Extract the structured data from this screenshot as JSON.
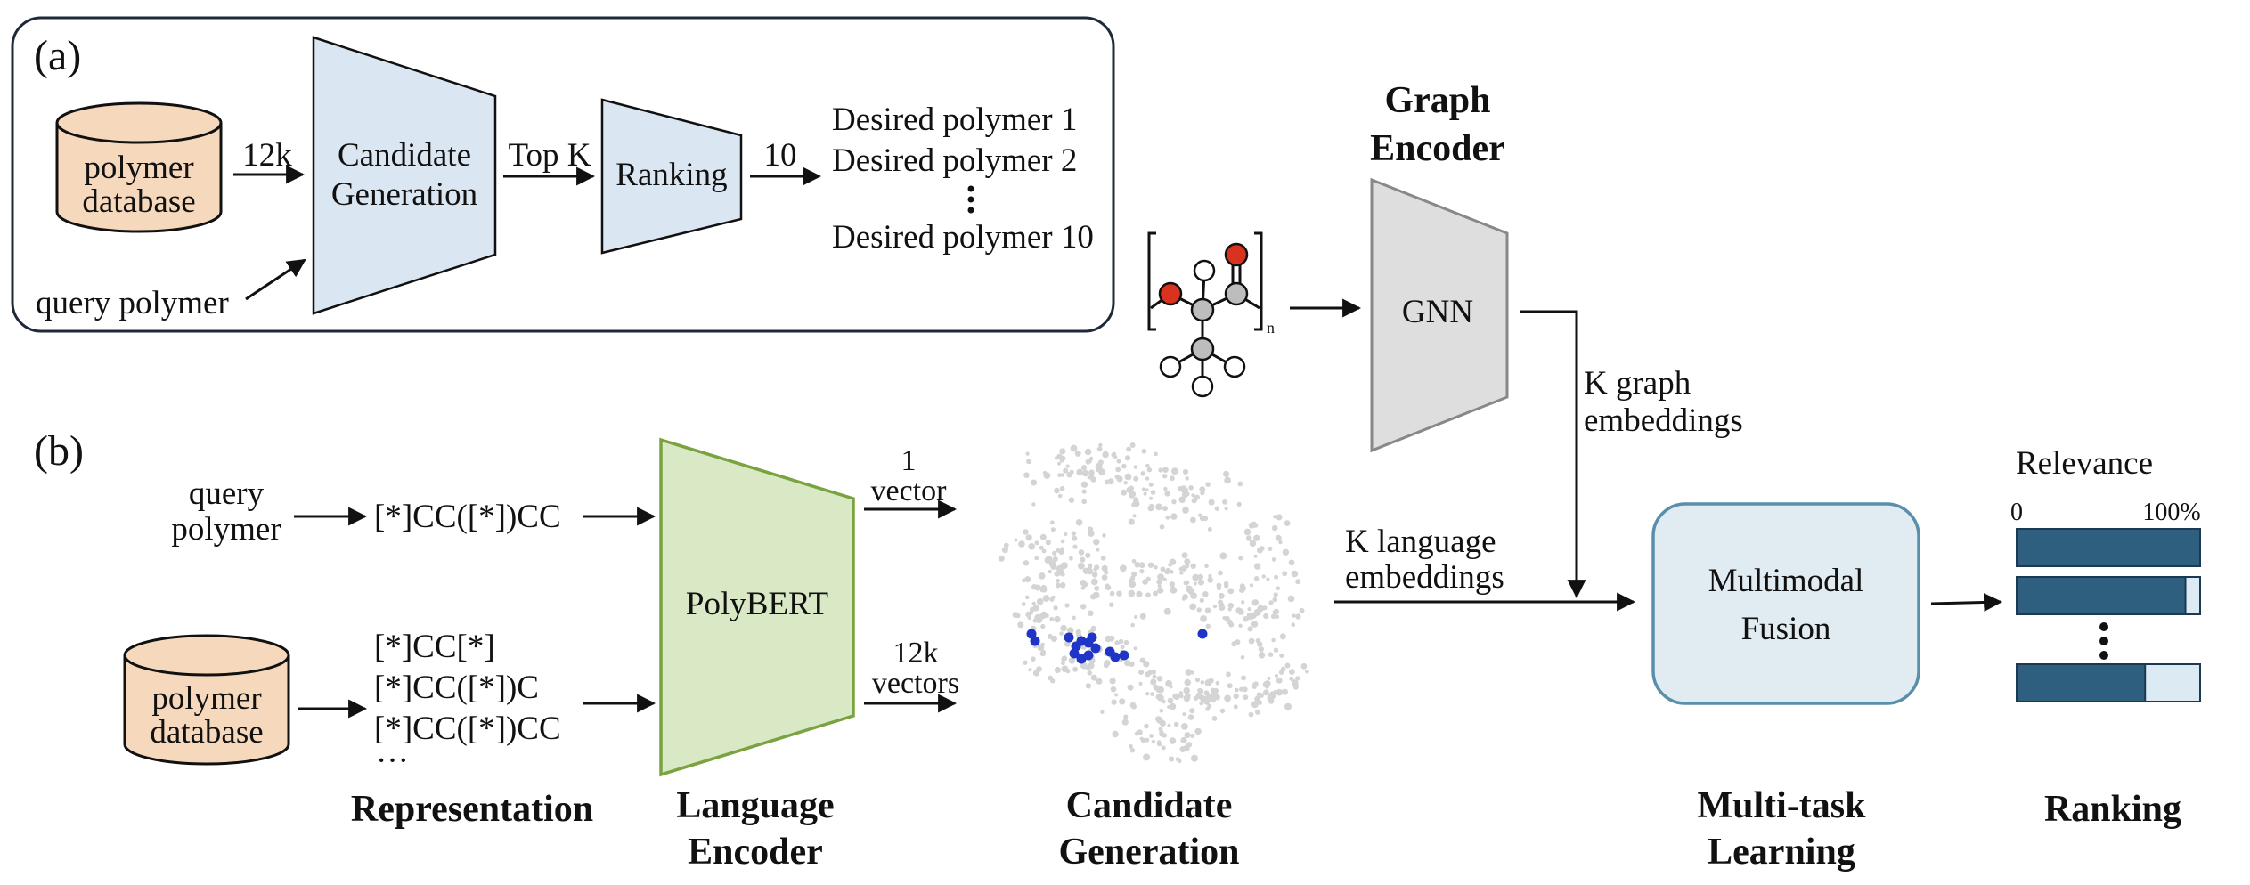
{
  "panel_a": {
    "label": "(a)",
    "db_line1": "polymer",
    "db_line2": "database",
    "count_12k": "12k",
    "candidate_line1": "Candidate",
    "candidate_line2": "Generation",
    "topk": "Top K",
    "ranking": "Ranking",
    "count_10": "10",
    "desired_1": "Desired polymer 1",
    "desired_2": "Desired polymer 2",
    "desired_10": "Desired polymer 10",
    "query": "query polymer"
  },
  "graph_encoder": {
    "title_line1": "Graph",
    "title_line2": "Encoder",
    "gnn": "GNN",
    "mol_subscript": "n",
    "out_line1": "K graph",
    "out_line2": "embeddings"
  },
  "panel_b": {
    "label": "(b)",
    "query_line1": "query",
    "query_line2": "polymer",
    "query_smiles": "[*]CC([*])CC",
    "db_line1": "polymer",
    "db_line2": "database",
    "smiles_1": "[*]CC[*]",
    "smiles_2": "[*]CC([*])C",
    "smiles_3": "[*]CC([*])CC",
    "smiles_more": "···",
    "polybert": "PolyBERT",
    "one_line1": "1",
    "one_line2": "vector",
    "many_line1": "12k",
    "many_line2": "vectors",
    "lang_line1": "K language",
    "lang_line2": "embeddings",
    "fusion_line1": "Multimodal",
    "fusion_line2": "Fusion",
    "relevance": "Relevance",
    "rel_min": "0",
    "rel_max": "100%",
    "relevance_bars": [
      1.0,
      0.92,
      0.7
    ]
  },
  "stage_labels": {
    "representation": "Representation",
    "language_line1": "Language",
    "language_line2": "Encoder",
    "candidate_line1": "Candidate",
    "candidate_line2": "Generation",
    "multitask_line1": "Multi-task",
    "multitask_line2": "Learning",
    "ranking": "Ranking"
  },
  "colors": {
    "database_fill": "#f6d9bd",
    "trapezoid_blue": "#dbe6f3",
    "trapezoid_gray": "#dedede",
    "polybert_fill": "#d9e8c5",
    "polybert_stroke": "#7aa33f",
    "fusion_fill": "#e1ecf2",
    "fusion_stroke": "#5a8fac",
    "bar_fill": "#2f5f7e",
    "bar_empty": "#dcebf3",
    "atom_red": "#d9331f",
    "atom_gray": "#bdbdbd",
    "scatter_gray": "#d4d4d4",
    "scatter_blue": "#1e35c8"
  }
}
